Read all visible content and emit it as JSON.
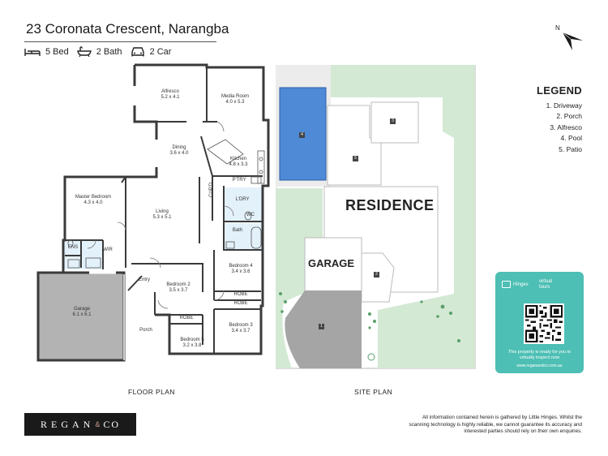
{
  "header": {
    "title": "23 Coronata Crescent, Narangba",
    "features": [
      {
        "icon": "bed-icon",
        "label": "5 Bed"
      },
      {
        "icon": "bath-icon",
        "label": "2 Bath"
      },
      {
        "icon": "car-icon",
        "label": "2 Car"
      }
    ]
  },
  "compass": {
    "label": "N"
  },
  "floor_plan": {
    "caption": "FLOOR PLAN",
    "rooms": {
      "alfresco": {
        "name": "Alfresco",
        "dims": "5.2 x 4.1"
      },
      "media": {
        "name": "Media Room",
        "dims": "4.0 x 5.3"
      },
      "dining": {
        "name": "Dining",
        "dims": "3.6 x 4.0"
      },
      "kitchen": {
        "name": "Kitchen",
        "dims": "4.8 x 3.3"
      },
      "pantry": {
        "name": "P'TRY"
      },
      "cupd": {
        "name": "CUP'D"
      },
      "laundry": {
        "name": "L'DRY"
      },
      "wc": {
        "name": "WC"
      },
      "bath": {
        "name": "Bath"
      },
      "master": {
        "name": "Master Bedroom",
        "dims": "4.3 x 4.0"
      },
      "living": {
        "name": "Living",
        "dims": "5.3 x 5.1"
      },
      "ens": {
        "name": "ENS"
      },
      "wir": {
        "name": "WIR"
      },
      "entry": {
        "name": "Entry"
      },
      "bed2": {
        "name": "Bedroom 2",
        "dims": "3.5 x 3.7"
      },
      "bed3": {
        "name": "Bedroom 3",
        "dims": "3.4 x 3.7"
      },
      "bed4": {
        "name": "Bedroom 4",
        "dims": "3.4 x 3.6"
      },
      "bed5": {
        "name": "Bedroom 5",
        "dims": "3.2 x 3.8"
      },
      "robe4": {
        "name": "ROBE"
      },
      "robe3": {
        "name": "ROBE"
      },
      "robe5": {
        "name": "ROBE"
      },
      "garage": {
        "name": "Garage",
        "dims": "6.1 x 6.1"
      },
      "porch": {
        "name": "Porch"
      }
    }
  },
  "site_plan": {
    "caption": "SITE PLAN",
    "residence_label": "RESIDENCE",
    "garage_label": "GARAGE",
    "markers": [
      "1",
      "2",
      "3",
      "4",
      "5"
    ]
  },
  "legend": {
    "title": "LEGEND",
    "items": [
      "1. Driveway",
      "2. Porch",
      "3. Alfresco",
      "4. Pool",
      "5. Patio"
    ]
  },
  "virtual_tour": {
    "brand": "Hinges",
    "sub1": "virtual",
    "sub2": "tours",
    "message": "This property is ready for you to virtually inspect now",
    "site": "www.reganandco.com.au"
  },
  "logo": {
    "main": "REGAN",
    "amp": "&",
    "co": "CO"
  },
  "disclaimer": "All information contained herein is gathered by Little Hinges. Whilst the scanning technology is highly reliable, we cannot guarantee its accuracy and interested parties should rely on their own enquiries.",
  "colors": {
    "wall": "#3a3a3a",
    "wet_area": "#e3f1fa",
    "garage": "#b3b3b3",
    "lawn": "#d3e9d4",
    "pool": "#4f8ad6",
    "tour_card": "#4dbfb4"
  }
}
